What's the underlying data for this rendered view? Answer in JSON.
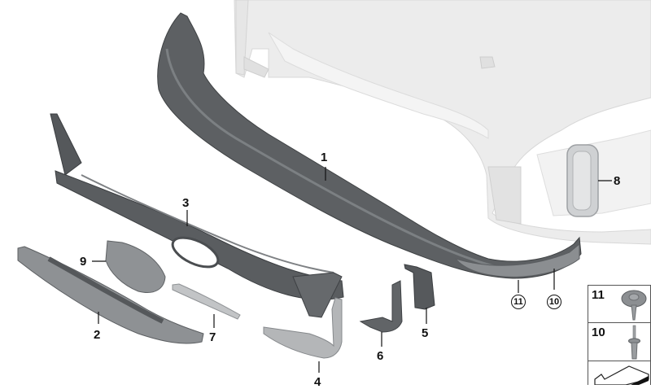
{
  "diagram": {
    "type": "exploded parts diagram",
    "subject": "front bumper lower trim assembly",
    "colors": {
      "background": "#ffffff",
      "bumper_cover": "#ececec",
      "dark_part": "#5a5d60",
      "mid_part": "#8a8d90",
      "light_part": "#b9bbbd",
      "label": "#111111"
    },
    "callouts": [
      {
        "id": "1",
        "label": "1"
      },
      {
        "id": "2",
        "label": "2"
      },
      {
        "id": "3",
        "label": "3"
      },
      {
        "id": "4",
        "label": "4"
      },
      {
        "id": "5",
        "label": "5"
      },
      {
        "id": "6",
        "label": "6"
      },
      {
        "id": "7",
        "label": "7"
      },
      {
        "id": "8",
        "label": "8"
      },
      {
        "id": "9",
        "label": "9"
      },
      {
        "id": "10",
        "label": "10"
      },
      {
        "id": "11",
        "label": "11"
      }
    ],
    "circled_callouts": [
      {
        "id": "11",
        "label": "11"
      },
      {
        "id": "10",
        "label": "10"
      }
    ],
    "legend": [
      {
        "number": "11",
        "part_icon": "screw-with-washer-icon"
      },
      {
        "number": "10",
        "part_icon": "expanding-rivet-icon"
      },
      {
        "number": "",
        "part_icon": "sheet-reference-icon"
      }
    ]
  }
}
